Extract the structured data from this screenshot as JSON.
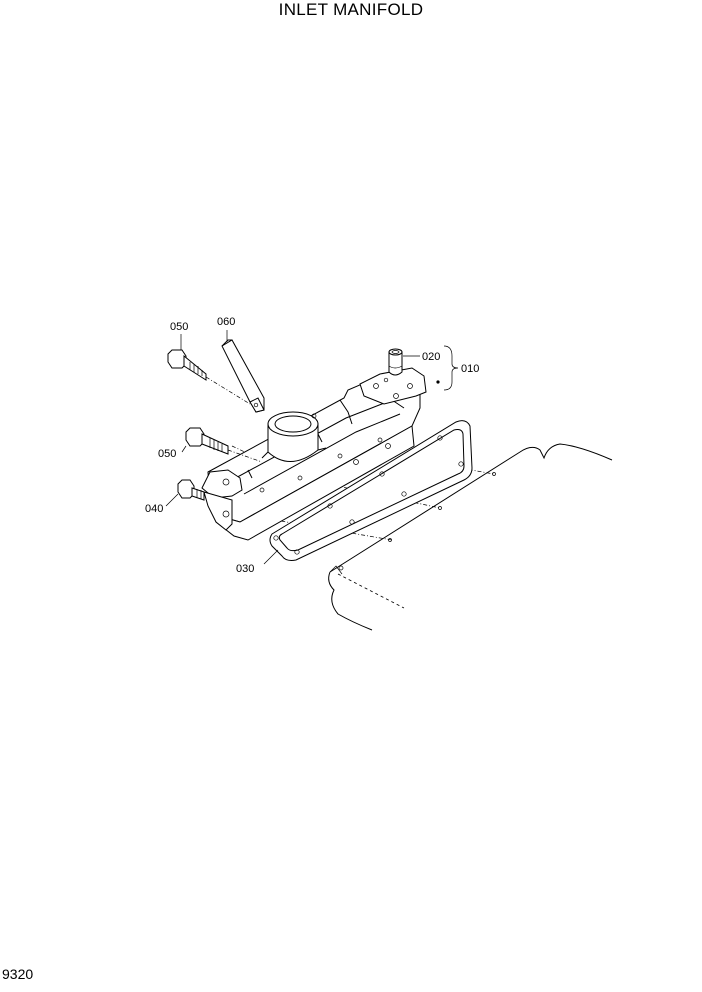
{
  "header": {
    "title": "INLET MANIFOLD"
  },
  "footer": {
    "page_number": "9320"
  },
  "callouts": [
    {
      "id": "010",
      "text": "010"
    },
    {
      "id": "020",
      "text": "020"
    },
    {
      "id": "030",
      "text": "030"
    },
    {
      "id": "040",
      "text": "040"
    },
    {
      "id": "050a",
      "text": "050"
    },
    {
      "id": "050b",
      "text": "050"
    },
    {
      "id": "060",
      "text": "060"
    }
  ]
}
